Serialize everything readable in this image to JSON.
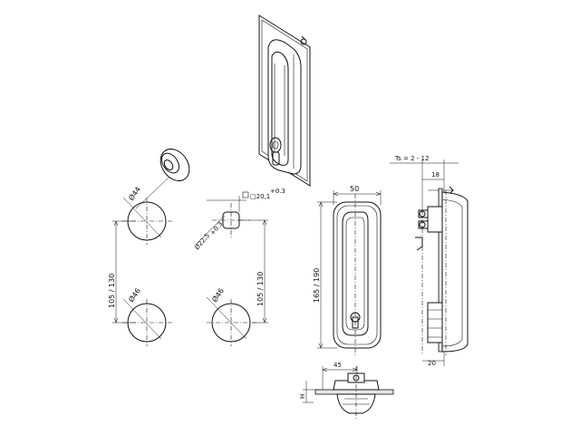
{
  "labels": {
    "dia_44": "Ø44",
    "dia_46_left": "Ø46",
    "dia_46_right": "Ø46",
    "dia_22_5": "Ø22,5",
    "dia_22_5_tol": "+0.3",
    "square_20_1": "□20,1",
    "square_20_1_tol": "+0.3",
    "v_105_130_left": "105 / 130",
    "v_105_130_right": "105 / 130",
    "v_165_190": "165 / 190",
    "w_50": "50",
    "ts_range": "Ts = 2 - 12",
    "w_18": "18",
    "w_20": "20",
    "w_45": "45",
    "h_label": "H"
  }
}
